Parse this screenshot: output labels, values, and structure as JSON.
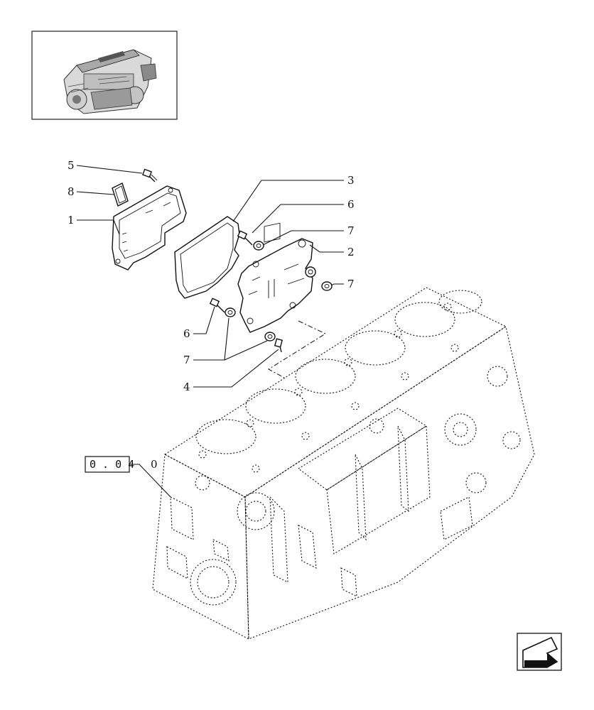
{
  "diagram": {
    "callouts": [
      {
        "id": "c5",
        "label": "5"
      },
      {
        "id": "c8",
        "label": "8"
      },
      {
        "id": "c1",
        "label": "1"
      },
      {
        "id": "c3",
        "label": "3"
      },
      {
        "id": "c6a",
        "label": "6"
      },
      {
        "id": "c7a",
        "label": "7"
      },
      {
        "id": "c2",
        "label": "2"
      },
      {
        "id": "c7b",
        "label": "7"
      },
      {
        "id": "c6b",
        "label": "6"
      },
      {
        "id": "c7c",
        "label": "7"
      },
      {
        "id": "c4",
        "label": "4"
      }
    ],
    "reference": {
      "box_text": "0 . 0 4",
      "suffix": "0"
    }
  },
  "icons": {
    "thumbnail": "engine-thumbnail-icon",
    "nav": "next-page-arrow-icon"
  }
}
